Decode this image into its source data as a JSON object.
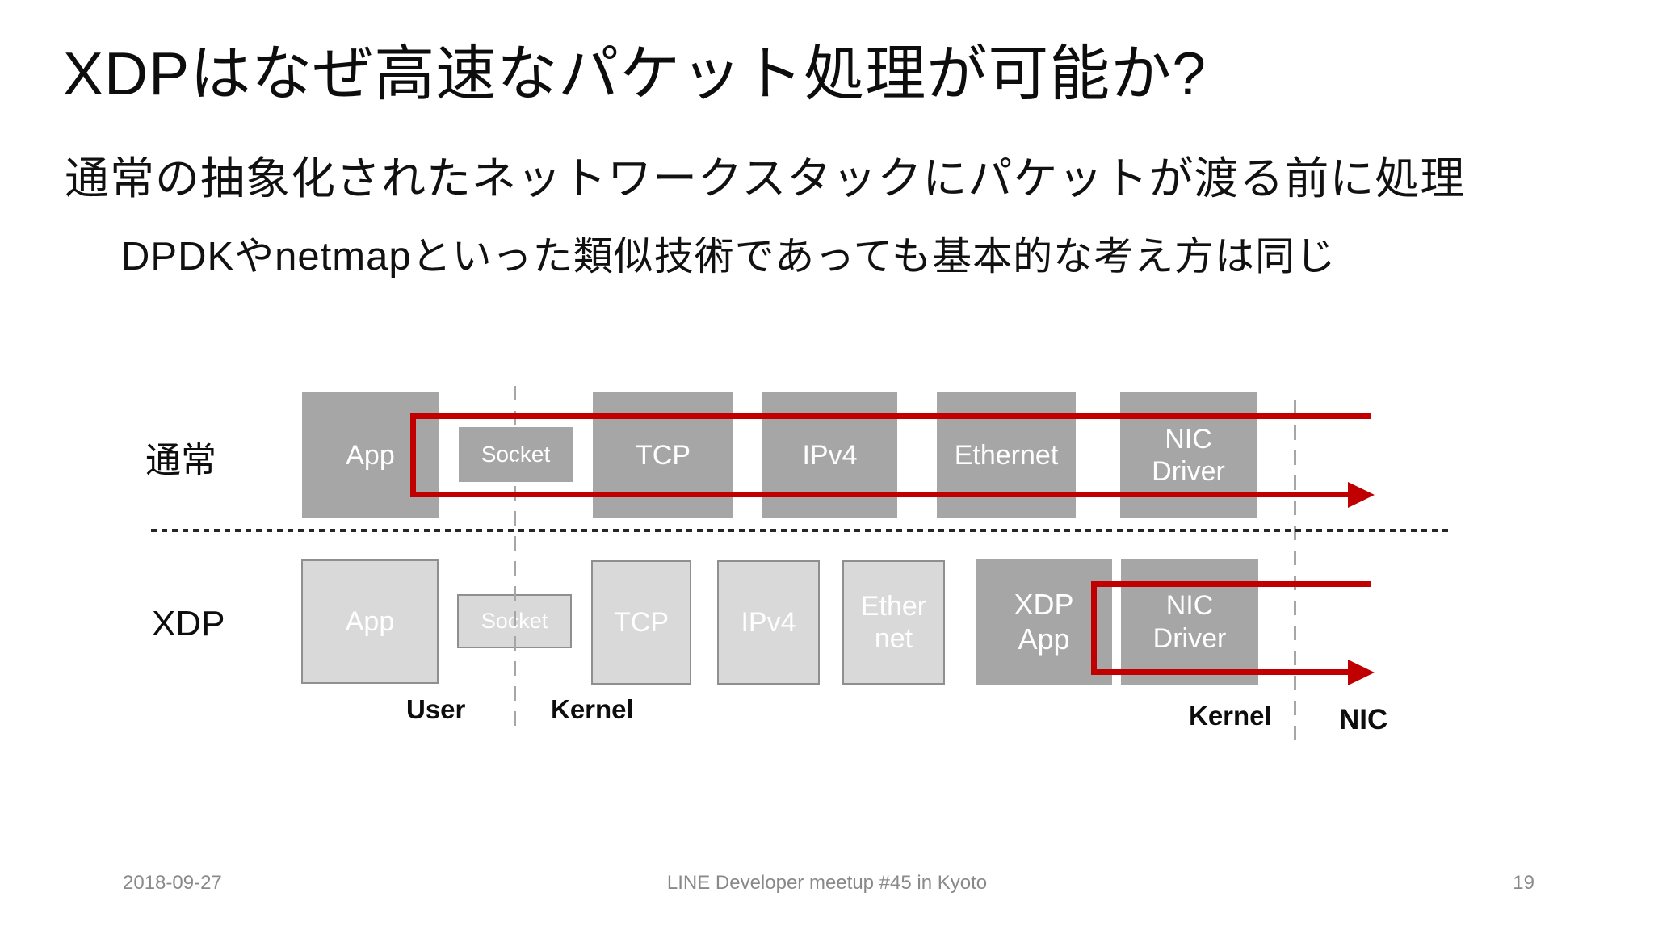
{
  "slide": {
    "title": "XDPはなぜ高速なパケット処理が可能か?",
    "subtitle_line1": "通常の抽象化されたネットワークスタックにパケットが渡る前に処理",
    "subtitle_line2": "DPDKやnetmapといった類似技術であっても基本的な考え方は同じ"
  },
  "diagram": {
    "normal_row": {
      "label": "通常",
      "boxes": [
        {
          "name": "app",
          "label": "App"
        },
        {
          "name": "socket",
          "label": "Socket"
        },
        {
          "name": "tcp",
          "label": "TCP"
        },
        {
          "name": "ipv4",
          "label": "IPv4"
        },
        {
          "name": "ethernet",
          "label": "Ethernet"
        },
        {
          "name": "nic-driver",
          "line1": "NIC",
          "line2": "Driver"
        }
      ]
    },
    "xdp_row": {
      "label": "XDP",
      "boxes": [
        {
          "name": "app",
          "label": "App"
        },
        {
          "name": "socket",
          "label": "Socket"
        },
        {
          "name": "tcp",
          "label": "TCP"
        },
        {
          "name": "ipv4",
          "label": "IPv4"
        },
        {
          "name": "ethernet",
          "line1": "Ether",
          "line2": "net"
        },
        {
          "name": "xdp-app",
          "line1": "XDP",
          "line2": "App"
        },
        {
          "name": "nic-driver",
          "line1": "NIC",
          "line2": "Driver"
        }
      ]
    },
    "boundary_labels": {
      "user": "User",
      "kernel_left": "Kernel",
      "kernel_right": "Kernel",
      "nic": "NIC"
    },
    "colors": {
      "dark_box": "#a6a6a6",
      "light_box": "#d9d9d9",
      "light_box_border": "#8f8f8f",
      "packet_flow_red": "#c00000",
      "boundary_dash_gray": "#a6a6a6",
      "divider_dot_black": "#262626"
    }
  },
  "footer": {
    "date": "2018-09-27",
    "event": "LINE Developer meetup #45 in Kyoto",
    "page": "19"
  }
}
